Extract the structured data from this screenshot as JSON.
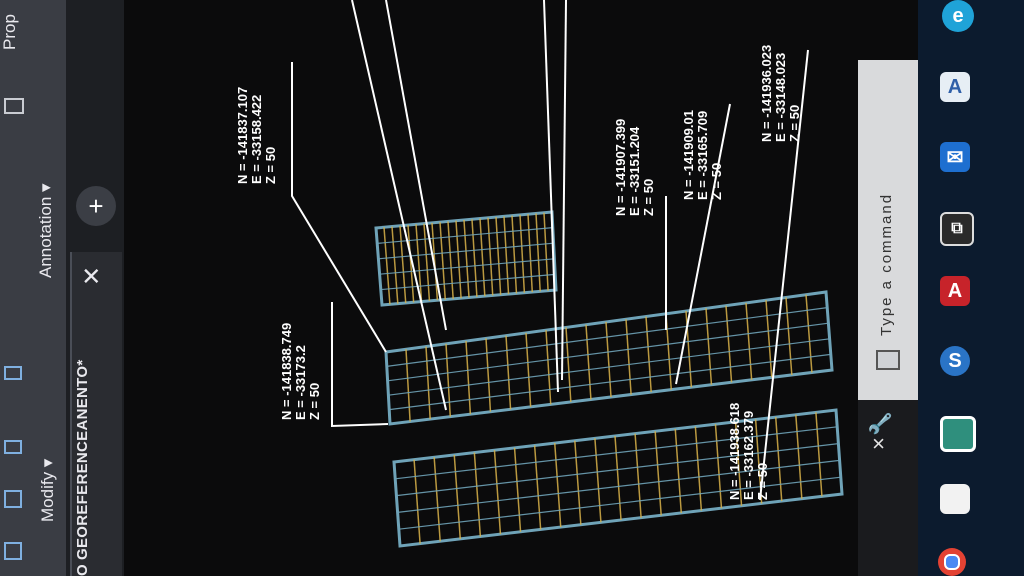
{
  "ribbon": {
    "modify_label": "Modify ▾",
    "annotation_label": "Annotation ▾",
    "properties_label": "Prop"
  },
  "tabs": {
    "file_tab_label": "GEOREFERENCEANENTO*",
    "file_tab_prefix": "O",
    "add_tab_label": "+"
  },
  "annotations": [
    {
      "n": "N = -141837.107",
      "e": "E = -33158.422",
      "z": "Z = 50"
    },
    {
      "n": "N = -141838.749",
      "e": "E = -33173.2",
      "z": "Z = 50"
    },
    {
      "n": "N = -141907.399",
      "e": "E = -33151.204",
      "z": "Z = 50"
    },
    {
      "n": "N = -141909.01",
      "e": "E = -33165.709",
      "z": "Z = 50"
    },
    {
      "n": "N = -141936.023",
      "e": "E = -33148.023",
      "z": "Z = 50"
    },
    {
      "n": "N = -141938.618",
      "e": "E = -33162.379",
      "z": "Z = 50"
    }
  ],
  "command_line": {
    "placeholder": "Type a command",
    "close_label": "×"
  },
  "colors": {
    "grid_cyan": "#6fa3b8",
    "column_yellow": "#d9b24a",
    "ribbon_bg": "#3a3d44",
    "taskbar_bg": "#0c1b2e"
  }
}
